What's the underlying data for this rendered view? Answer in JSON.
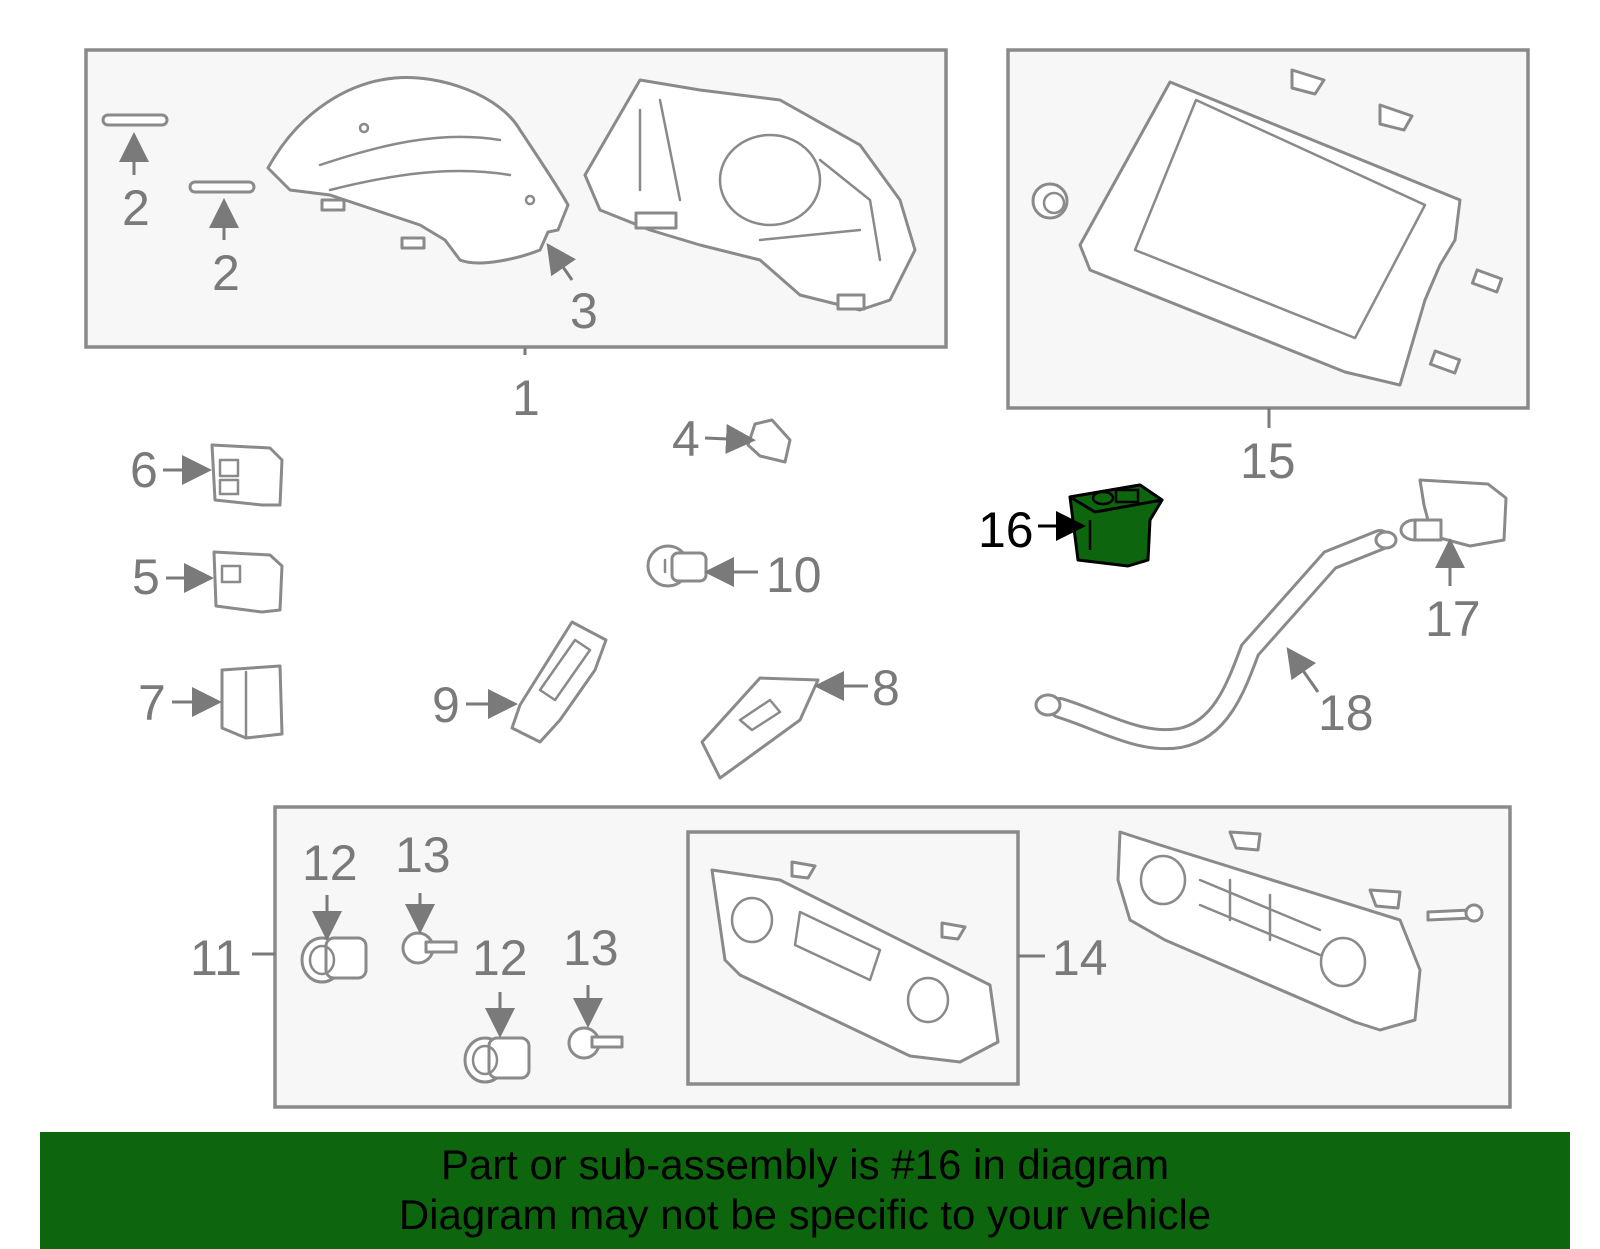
{
  "highlight_color": "#0d660d",
  "callouts": {
    "c1": "1",
    "c2a": "2",
    "c2b": "2",
    "c3": "3",
    "c4": "4",
    "c5": "5",
    "c6": "6",
    "c7": "7",
    "c8": "8",
    "c9": "9",
    "c10": "10",
    "c11": "11",
    "c12a": "12",
    "c12b": "12",
    "c13a": "13",
    "c13b": "13",
    "c14": "14",
    "c15": "15",
    "c16": "16",
    "c17": "17",
    "c18": "18"
  },
  "banner": {
    "line1": "Part or sub-assembly is #16 in diagram",
    "line2": "Diagram may not be specific to your vehicle"
  }
}
